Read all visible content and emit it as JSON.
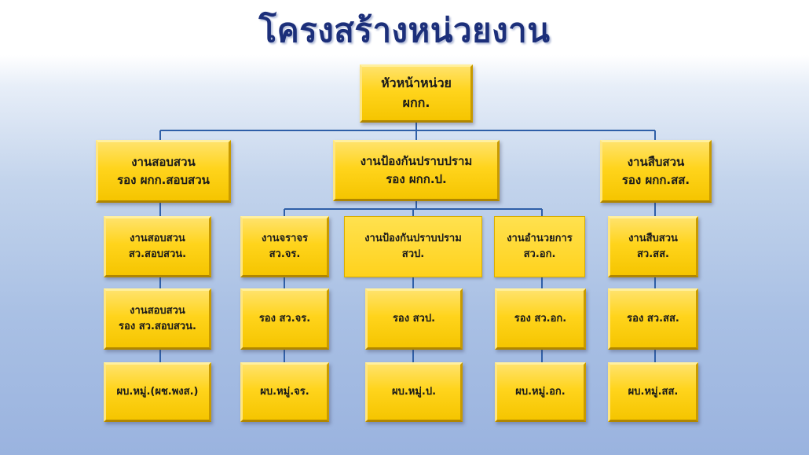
{
  "title": "โครงสร้างหน่วยงาน",
  "chart": {
    "head": "หัวหน้าหน่วย\nผกก.",
    "divisions": {
      "investigation": "งานสอบสวน\nรอง ผกก.สอบสวน",
      "prevention": "งานป้องกันปราบปราม\nรอง ผกก.ป.",
      "detective": "งานสืบสวน\nรอง ผกก.สส."
    },
    "units": {
      "investigation_sv": "งานสอบสวน\nสว.สอบสวน.",
      "investigation_deputy": "งานสอบสวน\nรอง สว.สอบสวน.",
      "investigation_squad": "ผบ.หมู่.(ผช.พงส.)",
      "traffic_sv": "งานจราจร\nสว.จร.",
      "traffic_deputy": "รอง สว.จร.",
      "traffic_squad": "ผบ.หมู่.จร.",
      "prevention_sv": "งานป้องกันปราบปราม\nสวป.",
      "prevention_deputy": "รอง สวป.",
      "prevention_squad": "ผบ.หมู่.ป.",
      "admin_sv": "งานอำนวยการ\nสว.อก.",
      "admin_deputy": "รอง สว.อก.",
      "admin_squad": "ผบ.หมู่.อก.",
      "detective_sv": "งานสืบสวน\nสว.สส.",
      "detective_deputy": "รอง สว.สส.",
      "detective_squad": "ผบ.หมู่.สส."
    }
  },
  "colors": {
    "title": "#1c2f7a",
    "connector": "#2f5fa8",
    "box": "#ffd41c"
  }
}
